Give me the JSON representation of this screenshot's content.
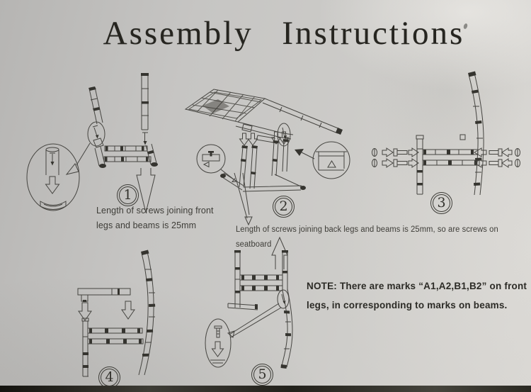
{
  "title": "Assembly Instructions",
  "steps": [
    {
      "number": "1",
      "caption_lines": [
        "Length of screws joining front",
        "legs and beams is 25mm"
      ]
    },
    {
      "number": "2",
      "caption_lines": [
        "Length of screws joining back legs and beams is 25mm, so are screws on",
        "seatboard"
      ]
    },
    {
      "number": "3",
      "caption_lines": []
    },
    {
      "number": "4",
      "caption_lines": []
    },
    {
      "number": "5",
      "caption_lines": []
    }
  ],
  "note": {
    "line1": "NOTE: There are marks “A1,A2,B1,B2” on front",
    "line2": "legs, in corresponding to marks on beams."
  },
  "colors": {
    "paper": "#c9c8c5",
    "ink": "#454440",
    "photo_edge": "#22211b"
  }
}
